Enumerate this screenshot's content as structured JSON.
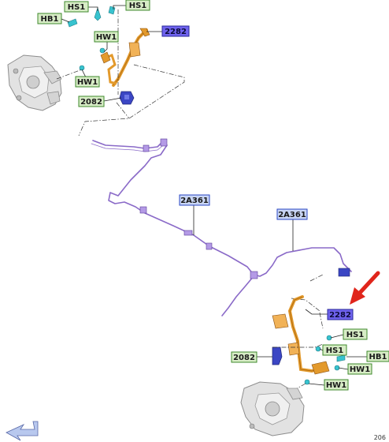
{
  "figure_number": "206",
  "colors": {
    "green_label_bg": "#d7ecc6",
    "green_label_border": "#3f8a2c",
    "blue_label_bg": "#c9d6f5",
    "blue_label_border": "#2a47c4",
    "purple_highlight_bg": "#6f63ee",
    "brake_line_purple": "#8a6ac8",
    "hose_orange": "#e39a2c",
    "bracket_blue": "#3b46c4",
    "fitting_cyan": "#38c3cf",
    "caliper_gray": "#d9d9d9",
    "arrow_red": "#e0251b"
  },
  "labels": {
    "hs1_top_left": "HS1",
    "hs1_top_right": "HS1",
    "hb1_top": "HB1",
    "hw1_top_upper": "HW1",
    "hw1_top_lower": "HW1",
    "n2282_top": "2282",
    "n2082_top": "2082",
    "a361_mid": "2A361",
    "a361_right": "2A361",
    "n2282_bottom": "2282",
    "hs1_bottom_upper": "HS1",
    "hs1_bottom_lower": "HS1",
    "hb1_bottom": "HB1",
    "hw1_bottom_upper": "HW1",
    "hw1_bottom_lower": "HW1",
    "n2082_bottom": "2082"
  }
}
